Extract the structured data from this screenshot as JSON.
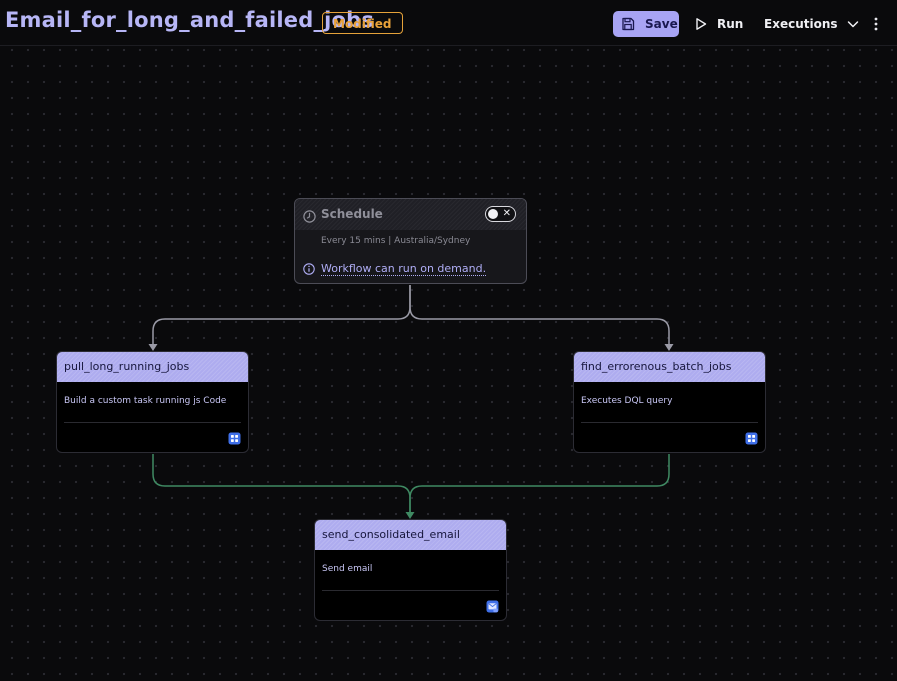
{
  "workflow": {
    "title": "Email_for_long_and_failed_jobs",
    "status_badge": "Modified"
  },
  "toolbar": {
    "save_label": "Save",
    "run_label": "Run",
    "executions_label": "Executions"
  },
  "trigger": {
    "title": "Schedule",
    "schedule_text": "Every 15 mins | Australia/Sydney",
    "info_text": "Workflow can run on demand.",
    "enabled": false
  },
  "tasks": [
    {
      "name": "pull_long_running_jobs",
      "description": "Build a custom task running js Code",
      "icon": "app-grid-icon"
    },
    {
      "name": "find_errorenous_batch_jobs",
      "description": "Executes DQL query",
      "icon": "app-grid-icon"
    },
    {
      "name": "send_consolidated_email",
      "description": "Send email",
      "icon": "email-app-icon"
    }
  ],
  "colors": {
    "accent": "#aeacef",
    "badge": "#e8a23a",
    "edge_trigger": "#9a9aa6",
    "edge_success": "#3f8a63"
  }
}
